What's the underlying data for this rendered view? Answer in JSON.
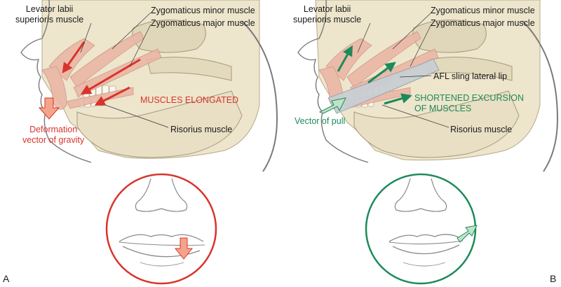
{
  "panels": [
    {
      "letter": "A",
      "labels": {
        "levator": "Levator labii\nsuperioris muscle",
        "zyg_minor": "Zygomaticus minor muscle",
        "zyg_major": "Zygomaticus major muscle",
        "status": "MUSCLES ELONGATED",
        "risorius": "Risorius muscle",
        "vector": "Deformation\nvector of gravity"
      }
    },
    {
      "letter": "B",
      "labels": {
        "levator": "Levator labii\nsuperioris muscle",
        "zyg_minor": "Zygomaticus minor muscle",
        "zyg_major": "Zygomaticus major muscle",
        "sling": "AFL sling lateral lip",
        "status": "SHORTENED EXCURSION\nOF MUSCLES",
        "vector": "Vector of pull",
        "risorius": "Risorius muscle"
      }
    }
  ],
  "colors": {
    "skull": "#ede5cc",
    "skull_shadow": "#d8ccab",
    "muscle": "#eab7a6",
    "muscle_line": "#c98a7a",
    "red_arrow": "#d9342b",
    "green_arrow": "#1d8a5a",
    "vector_fill_red": "#f3a48a",
    "vector_fill_green": "#bfe3c9",
    "sling": "#c9ced3",
    "circle_red": "#d9342b",
    "circle_green": "#1d8a5a",
    "outline": "#8a8a8a"
  }
}
